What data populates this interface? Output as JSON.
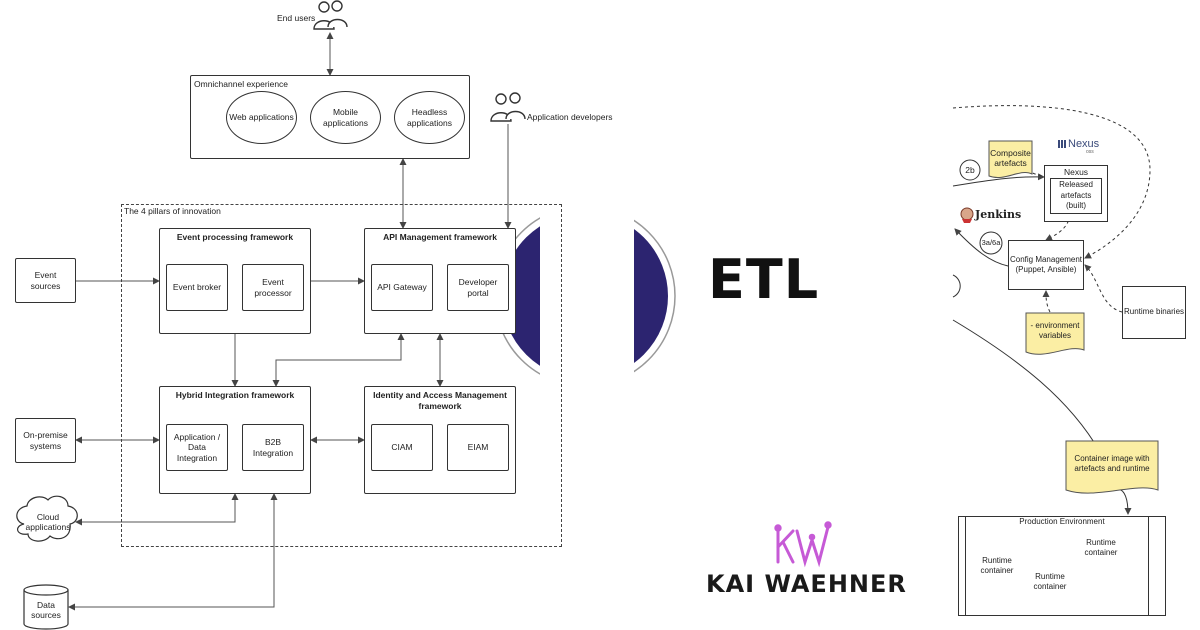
{
  "left": {
    "end_users": "End users",
    "omnichannel": {
      "title": "Omnichannel experience",
      "items": [
        "Web applications",
        "Mobile\napplications",
        "Headless\napplications"
      ]
    },
    "app_developers": "Application developers",
    "pillars_title": "The 4 pillars of innovation",
    "event_framework": {
      "title": "Event processing framework",
      "items": [
        "Event broker",
        "Event\nprocessor"
      ]
    },
    "api_framework": {
      "title": "API Management framework",
      "items": [
        "API Gateway",
        "Developer\nportal"
      ]
    },
    "hybrid_framework": {
      "title": "Hybrid Integration framework",
      "items": [
        "Application /\nData\nIntegration",
        "B2B\nIntegration"
      ]
    },
    "iam_framework": {
      "title": "Identity and Access Management\nframework",
      "items": [
        "CIAM",
        "EIAM"
      ]
    },
    "event_sources": "Event\nsources",
    "onprem": "On-premise\nsystems",
    "cloud": "Cloud\napplications",
    "data_sources": "Data\nsources"
  },
  "middle": {
    "etl": "ETL",
    "brand": "KAI WAEHNER",
    "logo_letters": "KW"
  },
  "right": {
    "nexus_logo": "Nexus",
    "nexus_logo_sub": "oss",
    "jenkins": "Jenkins",
    "step_2b": "2b",
    "step_3a": "3a/6a",
    "composite": "Composite\nartefacts",
    "nexus_box_title": "Nexus",
    "released": "Released\nartefacts\n(built)",
    "config": "Config Management\n(Puppet, Ansible)",
    "env_vars": "- environment\nvariables",
    "runtime_binaries": "Runtime binaries",
    "container_image": "Container image with\nartefacts and runtime",
    "production_title": "Production Environment",
    "containers": [
      "Runtime\ncontainer",
      "Runtime\ncontainer",
      "Runtime\ncontainer"
    ]
  }
}
